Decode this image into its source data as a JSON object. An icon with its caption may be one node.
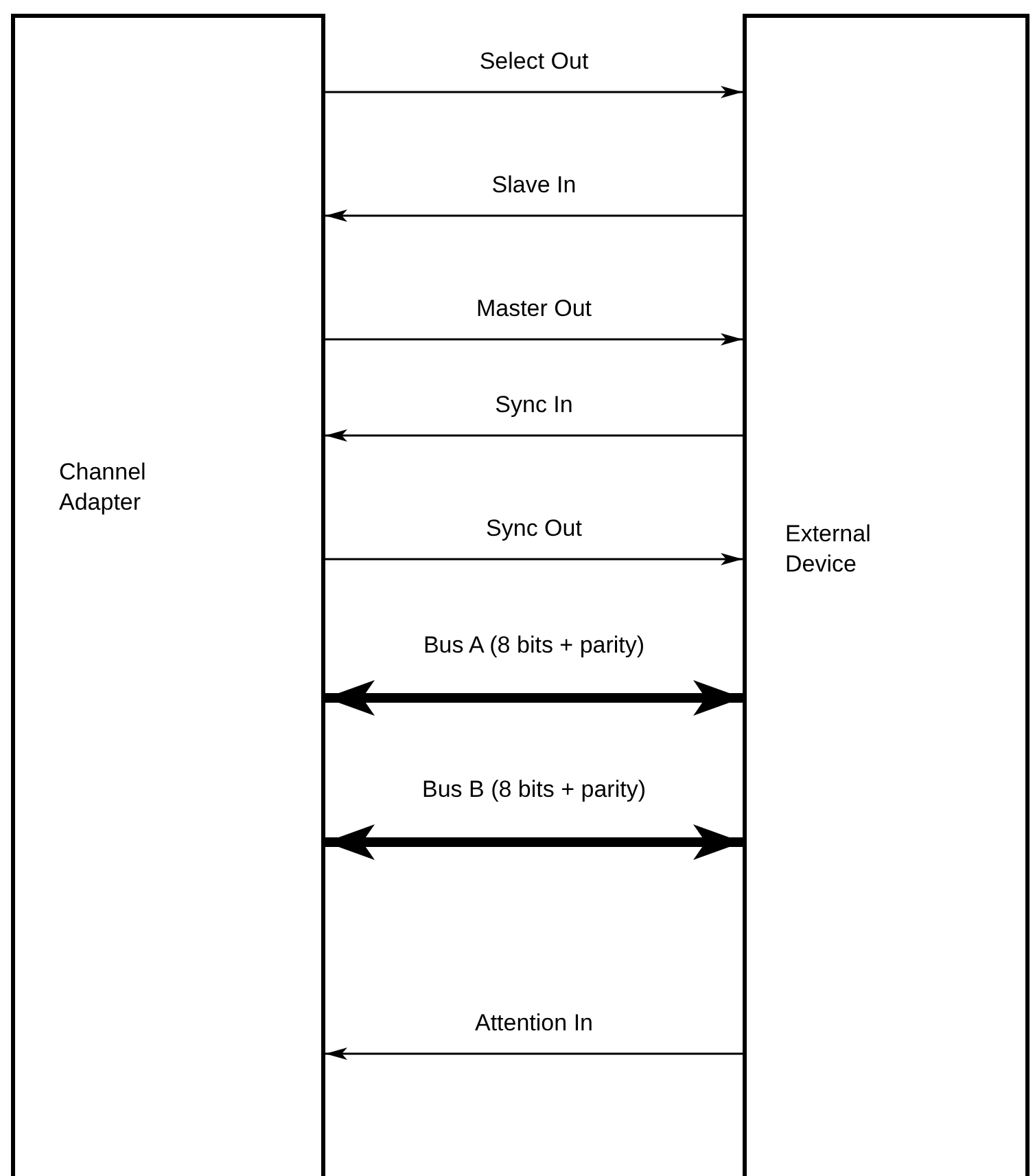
{
  "diagram": {
    "nodes": [
      {
        "text": [
          "Channel Adapter"
        ]
      },
      {
        "text": [
          "External Device"
        ]
      }
    ],
    "edges": [
      {
        "from": 0,
        "to": 1,
        "arrow": "to",
        "label": "Select Out"
      },
      {
        "from": 1,
        "to": 0,
        "arrow": "to",
        "label": "Slave In"
      },
      {
        "from": 0,
        "to": 1,
        "arrow": "to",
        "label": "Master Out"
      },
      {
        "from": 1,
        "to": 0,
        "arrow": "to",
        "label": "Sync In"
      },
      {
        "from": 0,
        "to": 1,
        "arrow": "to",
        "label": "Sync Out"
      },
      {
        "from": 0,
        "to": 1,
        "arrow": "both",
        "label": "Bus A (8 bits + parity)",
        "style": "thick"
      },
      {
        "from": 0,
        "to": 1,
        "arrow": "both",
        "label": "Bus B (8 bits + parity)",
        "style": "thick"
      },
      {
        "from": 1,
        "to": 0,
        "arrow": "to",
        "label": "Attention In"
      }
    ]
  }
}
